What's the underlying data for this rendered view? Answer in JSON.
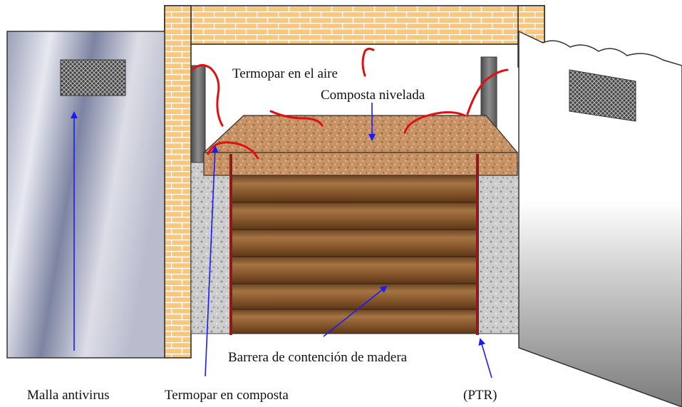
{
  "labels": {
    "air_thermocouple": "Termopar en el aire",
    "leveled_compost": "Composta nivelada",
    "wood_barrier": "Barrera de contención de madera",
    "antivirus_mesh": "Malla antivirus",
    "compost_thermocouple": "Termopar en composta",
    "ptr": "(PTR)"
  },
  "colors": {
    "brick_fill": "#f7c77b",
    "brick_line": "#ffffff",
    "door_left_light": "#e2e4ee",
    "door_left_dark": "#8c92ad",
    "compost": "#c79266",
    "wood_light": "#a97845",
    "wood_dark": "#6a3f1c",
    "gravel": "#c9c9c9",
    "ptr_post": "#8b1a1a",
    "thermocouple": "#e01010",
    "arrow": "#1a1aff",
    "mesh": "#555555"
  }
}
